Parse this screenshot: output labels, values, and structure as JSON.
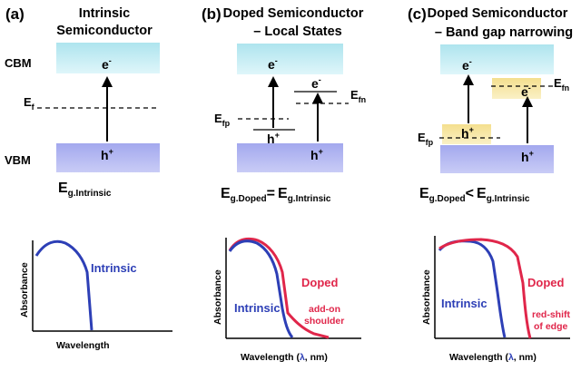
{
  "panels": [
    {
      "label": "(a)",
      "title_line1": "Intrinsic",
      "title_line2": "Semiconductor",
      "cbm_label": "CBM",
      "vbm_label": "VBM",
      "ef_label": "E",
      "ef_sub": "f",
      "electron": "e",
      "electron_sup": "-",
      "hole": "h",
      "hole_sup": "+",
      "eg_main": "E",
      "eg_sub": "g.Intrinsic",
      "ylabel": "Absorbance",
      "xlabel": "Wavelength"
    },
    {
      "label": "(b)",
      "title_line1": "Doped Semiconductor",
      "title_line2": "– Local States",
      "efp_main": "E",
      "efp_sub": "fp",
      "efn_main": "E",
      "efn_sub": "fn",
      "electron": "e",
      "electron_sup": "-",
      "hole": "h",
      "hole_sup": "+",
      "eq_left_main": "E",
      "eq_left_sub": "g.Doped",
      "eq_op": "=",
      "eq_right_main": "E",
      "eq_right_sub": "g.Intrinsic",
      "ylabel": "Absorbance",
      "xlabel_prefix": "Wavelength (",
      "xlabel_lambda": "λ",
      "xlabel_suffix": ", nm)"
    },
    {
      "label": "(c)",
      "title_line1": "Doped Semiconductor",
      "title_line2": "– Band gap narrowing",
      "efp_main": "E",
      "efp_sub": "fp",
      "efn_main": "E",
      "efn_sub": "fn",
      "electron": "e",
      "electron_sup": "-",
      "hole": "h",
      "hole_sup": "+",
      "eq_left_main": "E",
      "eq_left_sub": "g.Doped",
      "eq_op": "<",
      "eq_right_main": "E",
      "eq_right_sub": "g.Intrinsic",
      "ylabel": "Absorbance",
      "xlabel_prefix": "Wavelength (",
      "xlabel_lambda": "λ",
      "xlabel_suffix": ", nm)"
    }
  ],
  "spectra": {
    "a_intrinsic": "Intrinsic",
    "b_intrinsic": "Intrinsic",
    "b_doped": "Doped",
    "b_note_line1": "add-on",
    "b_note_line2": "shoulder",
    "c_intrinsic": "Intrinsic",
    "c_doped": "Doped",
    "c_note_line1": "red-shift",
    "c_note_line2": "of edge"
  },
  "colors": {
    "cb_band": "#c5eef4",
    "vb_band": "#b3b6f2",
    "local_state": "#f7e7a8",
    "intrinsic_curve": "#2d3fb6",
    "doped_curve": "#e0264a",
    "lambda_accent": "#2d3fb6"
  }
}
